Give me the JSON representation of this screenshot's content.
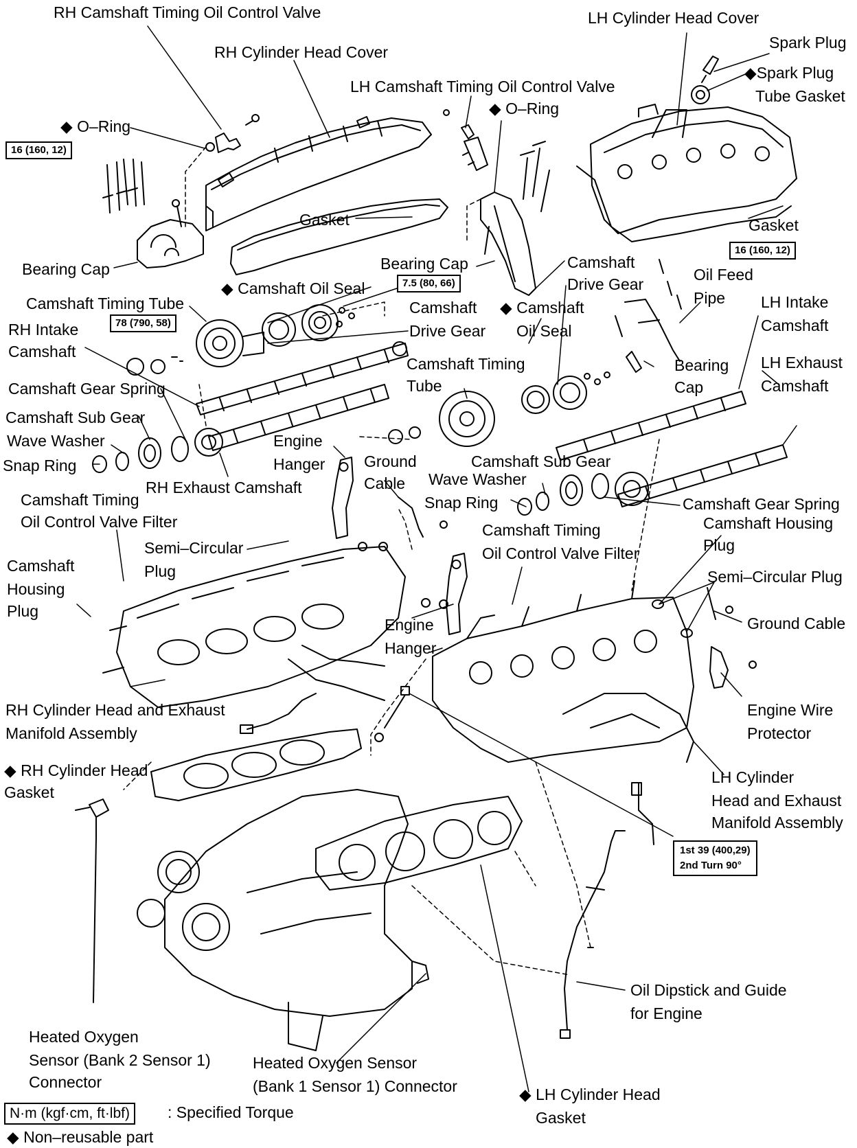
{
  "labels": {
    "rh_ocv": "RH Camshaft Timing Oil Control Valve",
    "lh_head_cover": "LH Cylinder Head Cover",
    "spark_plug": "Spark Plug",
    "spark_plug_tube_gasket_1": "◆Spark Plug",
    "spark_plug_tube_gasket_2": "Tube Gasket",
    "rh_head_cover": "RH Cylinder Head Cover",
    "lh_ocv": "LH Camshaft Timing Oil Control Valve",
    "o_ring_left": "◆ O–Ring",
    "o_ring_right": "◆ O–Ring",
    "gasket_rh": "Gasket",
    "gasket_lh": "Gasket",
    "bearing_cap_left": "Bearing Cap",
    "bearing_cap_mid": "Bearing Cap",
    "camshaft_drive_gear_right_1": "Camshaft",
    "camshaft_drive_gear_right_2": "Drive Gear",
    "oil_feed_pipe_1": "Oil Feed",
    "oil_feed_pipe_2": "Pipe",
    "camshaft_oil_seal_left": "◆ Camshaft Oil Seal",
    "camshaft_timing_tube_left": "Camshaft Timing Tube",
    "camshaft_drive_gear_mid_1": "Camshaft",
    "camshaft_drive_gear_mid_2": "Drive Gear",
    "camshaft_oil_seal_right_1": "◆ Camshaft",
    "camshaft_oil_seal_right_2": "Oil Seal",
    "lh_intake_cam_1": "LH Intake",
    "lh_intake_cam_2": "Camshaft",
    "rh_intake_cam_1": "RH Intake",
    "rh_intake_cam_2": "Camshaft",
    "bearing_cap_right_1": "Bearing",
    "bearing_cap_right_2": "Cap",
    "lh_exhaust_cam_1": "LH Exhaust",
    "lh_exhaust_cam_2": "Camshaft",
    "cam_timing_tube_right_1": "Camshaft Timing",
    "cam_timing_tube_right_2": "Tube",
    "cam_gear_spring_left": "Camshaft Gear Spring",
    "cam_sub_gear_left": "Camshaft Sub Gear",
    "wave_washer_left": "Wave Washer",
    "snap_ring_left": "Snap Ring",
    "engine_hanger_top_1": "Engine",
    "engine_hanger_top_2": "Hanger",
    "ground_cable_top_1": "Ground",
    "ground_cable_top_2": "Cable",
    "cam_sub_gear_right": "Camshaft Sub Gear",
    "wave_washer_right": "Wave Washer",
    "snap_ring_right": "Snap Ring",
    "rh_exhaust_cam": "RH Exhaust Camshaft",
    "ocv_filter_left_1": "Camshaft Timing",
    "ocv_filter_left_2": "Oil Control Valve Filter",
    "cam_gear_spring_right": "Camshaft Gear Spring",
    "cam_housing_plug_right_1": "Camshaft Housing",
    "cam_housing_plug_right_2": "Plug",
    "ocv_filter_right_1": "Camshaft Timing",
    "ocv_filter_right_2": "Oil Control Valve Filter",
    "semi_plug_left_1": "Semi–Circular",
    "semi_plug_left_2": "Plug",
    "semi_plug_right": "Semi–Circular Plug",
    "cam_housing_plug_left_1": "Camshaft",
    "cam_housing_plug_left_2": "Housing",
    "cam_housing_plug_left_3": "Plug",
    "ground_cable_right": "Ground Cable",
    "engine_hanger_mid_1": "Engine",
    "engine_hanger_mid_2": "Hanger",
    "rh_head_manifold_1": "RH Cylinder Head and Exhaust",
    "rh_head_manifold_2": "Manifold Assembly",
    "engine_wire_protector_1": "Engine Wire",
    "engine_wire_protector_2": "Protector",
    "rh_head_gasket_1": "◆ RH Cylinder Head",
    "rh_head_gasket_2": "Gasket",
    "lh_head_manifold_1": "LH Cylinder",
    "lh_head_manifold_2": "Head and Exhaust",
    "lh_head_manifold_3": "Manifold Assembly",
    "dipstick_1": "Oil Dipstick and Guide",
    "dipstick_2": "for Engine",
    "ho2s_b2_1": "Heated Oxygen",
    "ho2s_b2_2": "Sensor (Bank 2 Sensor 1)",
    "ho2s_b2_3": "Connector",
    "ho2s_b1_1": "Heated Oxygen Sensor",
    "ho2s_b1_2": "(Bank 1 Sensor 1) Connector",
    "lh_head_gasket_1": "◆ LH Cylinder Head",
    "lh_head_gasket_2": "Gasket"
  },
  "torque": {
    "t16_left": "16 (160, 12)",
    "t16_right": "16 (160, 12)",
    "t75": "7.5 (80, 66)",
    "t78": "78 (790, 58)",
    "t39_line1": "1st 39 (400,29)",
    "t39_line2": "2nd Turn 90°"
  },
  "legend": {
    "torque_unit": "N·m (kgf·cm, ft·lbf)",
    "torque_desc": ": Specified Torque",
    "non_reusable": "◆ Non–reusable part"
  }
}
